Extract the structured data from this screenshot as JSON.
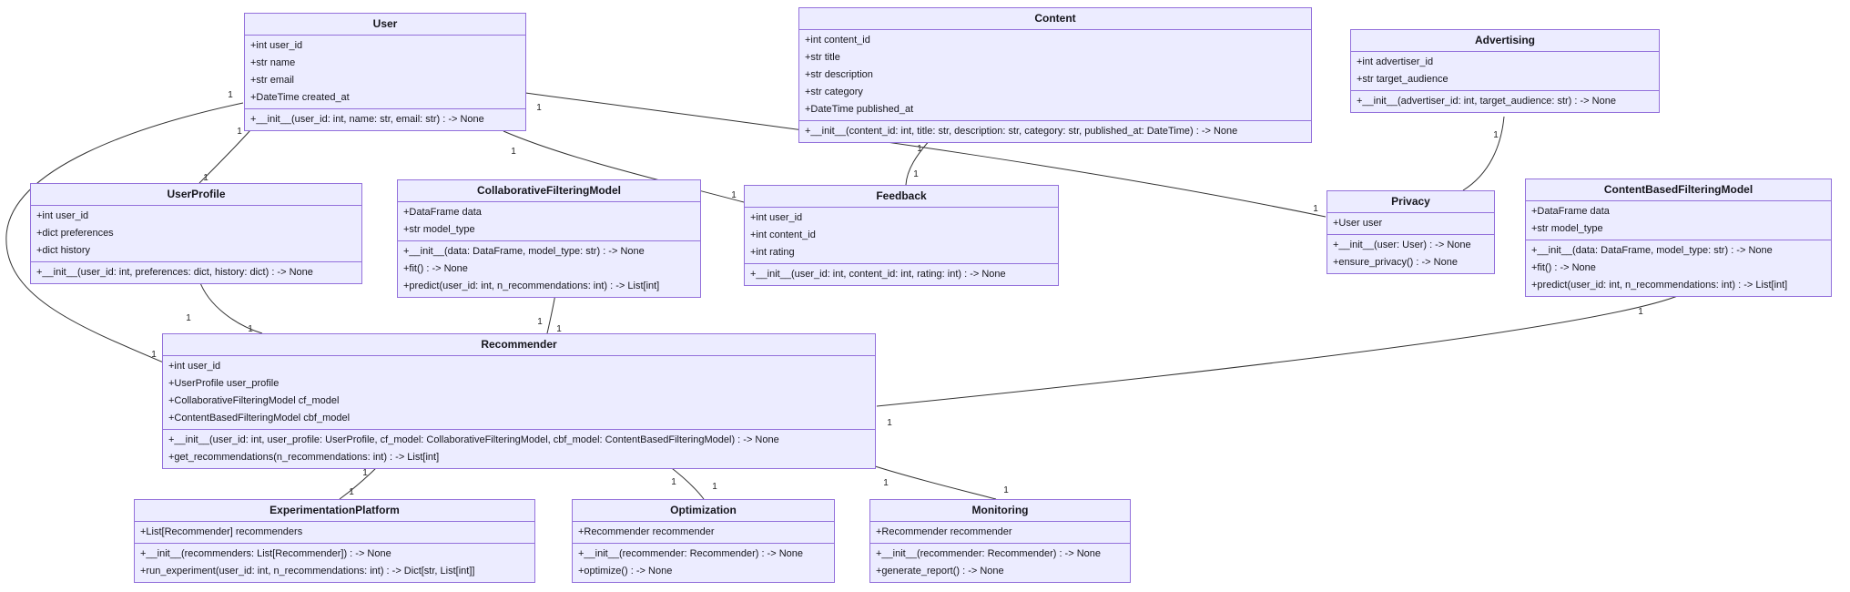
{
  "diagram_type": "uml-class-diagram",
  "colors": {
    "node_fill": "#ECECFF",
    "node_border": "#9370DB",
    "edge": "#333333",
    "background": "#ffffff",
    "text": "#16161d"
  },
  "classes": [
    {
      "name": "User",
      "attributes": [
        "+int user_id",
        "+str name",
        "+str email",
        "+DateTime created_at"
      ],
      "methods": [
        "+__init__(user_id: int, name: str, email: str) : -> None"
      ]
    },
    {
      "name": "Content",
      "attributes": [
        "+int content_id",
        "+str title",
        "+str description",
        "+str category",
        "+DateTime published_at"
      ],
      "methods": [
        "+__init__(content_id: int, title: str, description: str, category: str, published_at: DateTime) : -> None"
      ]
    },
    {
      "name": "Advertising",
      "attributes": [
        "+int advertiser_id",
        "+str target_audience"
      ],
      "methods": [
        "+__init__(advertiser_id: int, target_audience: str) : -> None"
      ]
    },
    {
      "name": "UserProfile",
      "attributes": [
        "+int user_id",
        "+dict preferences",
        "+dict history"
      ],
      "methods": [
        "+__init__(user_id: int, preferences: dict, history: dict) : -> None"
      ]
    },
    {
      "name": "CollaborativeFilteringModel",
      "attributes": [
        "+DataFrame data",
        "+str model_type"
      ],
      "methods": [
        "+__init__(data: DataFrame, model_type: str) : -> None",
        "+fit() : -> None",
        "+predict(user_id: int, n_recommendations: int) : -> List[int]"
      ]
    },
    {
      "name": "Feedback",
      "attributes": [
        "+int user_id",
        "+int content_id",
        "+int rating"
      ],
      "methods": [
        "+__init__(user_id: int, content_id: int, rating: int) : -> None"
      ]
    },
    {
      "name": "Privacy",
      "attributes": [
        "+User user"
      ],
      "methods": [
        "+__init__(user: User) : -> None",
        "+ensure_privacy() : -> None"
      ]
    },
    {
      "name": "ContentBasedFilteringModel",
      "attributes": [
        "+DataFrame data",
        "+str model_type"
      ],
      "methods": [
        "+__init__(data: DataFrame, model_type: str) : -> None",
        "+fit() : -> None",
        "+predict(user_id: int, n_recommendations: int) : -> List[int]"
      ]
    },
    {
      "name": "Recommender",
      "attributes": [
        "+int user_id",
        "+UserProfile user_profile",
        "+CollaborativeFilteringModel cf_model",
        "+ContentBasedFilteringModel cbf_model"
      ],
      "methods": [
        "+__init__(user_id: int, user_profile: UserProfile, cf_model: CollaborativeFilteringModel, cbf_model: ContentBasedFilteringModel) : -> None",
        "+get_recommendations(n_recommendations: int) : -> List[int]"
      ]
    },
    {
      "name": "ExperimentationPlatform",
      "attributes": [
        "+List[Recommender] recommenders"
      ],
      "methods": [
        "+__init__(recommenders: List[Recommender]) : -> None",
        "+run_experiment(user_id: int, n_recommendations: int) : -> Dict[str, List[int]]"
      ]
    },
    {
      "name": "Optimization",
      "attributes": [
        "+Recommender recommender"
      ],
      "methods": [
        "+__init__(recommender: Recommender) : -> None",
        "+optimize() : -> None"
      ]
    },
    {
      "name": "Monitoring",
      "attributes": [
        "+Recommender recommender"
      ],
      "methods": [
        "+__init__(recommender: Recommender) : -> None",
        "+generate_report() : -> None"
      ]
    }
  ],
  "relationships": [
    {
      "from": "User",
      "to": "UserProfile",
      "from_card": "1",
      "to_card": "1"
    },
    {
      "from": "User",
      "to": "Recommender",
      "from_card": "1",
      "to_card": "1"
    },
    {
      "from": "User",
      "to": "Feedback",
      "from_card": "1",
      "to_card": "1"
    },
    {
      "from": "Content",
      "to": "Feedback",
      "from_card": "1",
      "to_card": "1"
    },
    {
      "from": "User",
      "to": "Privacy",
      "from_card": "1",
      "to_card": "1"
    },
    {
      "from": "Advertising",
      "to": "Privacy",
      "from_card": "1",
      "to_card": ""
    },
    {
      "from": "ContentBasedFilteringModel",
      "to": "Recommender",
      "from_card": "1",
      "to_card": "1"
    },
    {
      "from": "Recommender",
      "to": "ExperimentationPlatform",
      "from_card": "1",
      "to_card": "1"
    },
    {
      "from": "Recommender",
      "to": "Optimization",
      "from_card": "1",
      "to_card": "1"
    },
    {
      "from": "Recommender",
      "to": "Monitoring",
      "from_card": "1",
      "to_card": "1"
    },
    {
      "from": "UserProfile",
      "to": "Recommender",
      "from_card": "1",
      "to_card": "1"
    },
    {
      "from": "CollaborativeFilteringModel",
      "to": "Recommender",
      "from_card": "1",
      "to_card": "1"
    }
  ]
}
